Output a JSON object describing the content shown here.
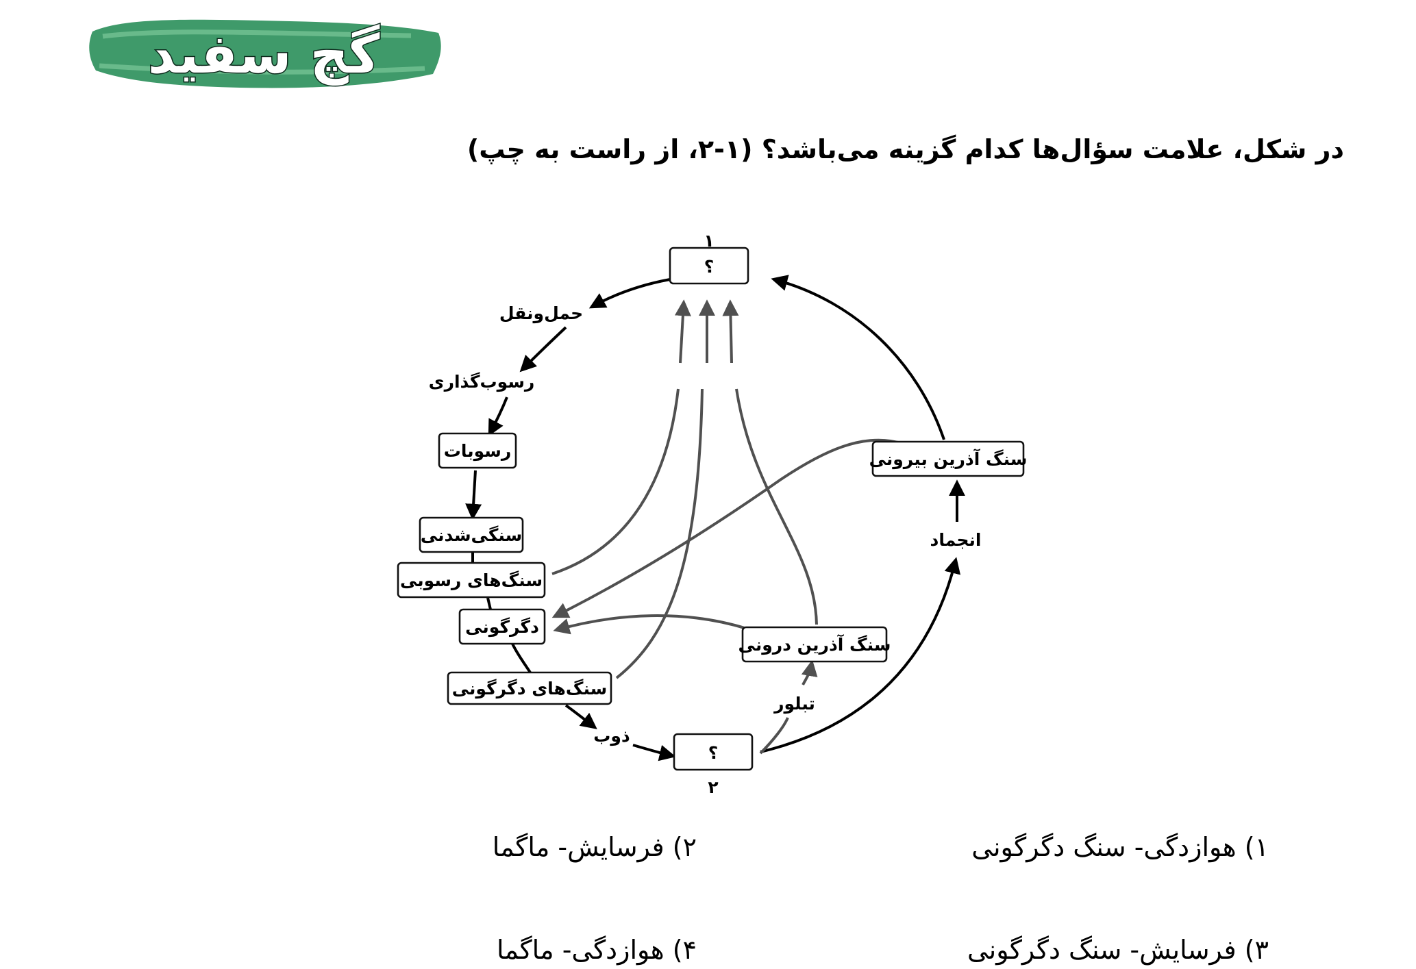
{
  "brand": {
    "logo_text": "گچ سفید"
  },
  "question": {
    "text": "در شکل، علامت سؤال‌ها کدام گزینه می‌باشد؟ (۱-۲، از راست به چپ)"
  },
  "diagram": {
    "node_q1": "؟",
    "node_q1_number": "۱",
    "node_q2": "؟",
    "node_q2_number": "۲",
    "node_sediments": "رسوبات",
    "node_lithification": "سنگی‌شدنی",
    "node_sedimentary_rocks": "سنگ‌های رسوبی",
    "node_metamorphism": "دگرگونی",
    "node_metamorphic_rocks": "سنگ‌های دگرگونی",
    "node_extrusive": "سنگ آذرین بیرونی",
    "node_intrusive": "سنگ آذرین درونی",
    "edge_transport": "حمل‌ونقل",
    "edge_deposition": "رسوب‌گذاری",
    "edge_melting": "ذوب",
    "edge_crystallization": "تبلور",
    "edge_solidification": "انجماد"
  },
  "options": {
    "opt1": "۱) هوازدگی- سنگ دگرگونی",
    "opt2": "۲) فرسایش- ماگما",
    "opt3": "۳) فرسایش- سنگ دگرگونی",
    "opt4": "۴) هوازدگی- ماگما"
  }
}
